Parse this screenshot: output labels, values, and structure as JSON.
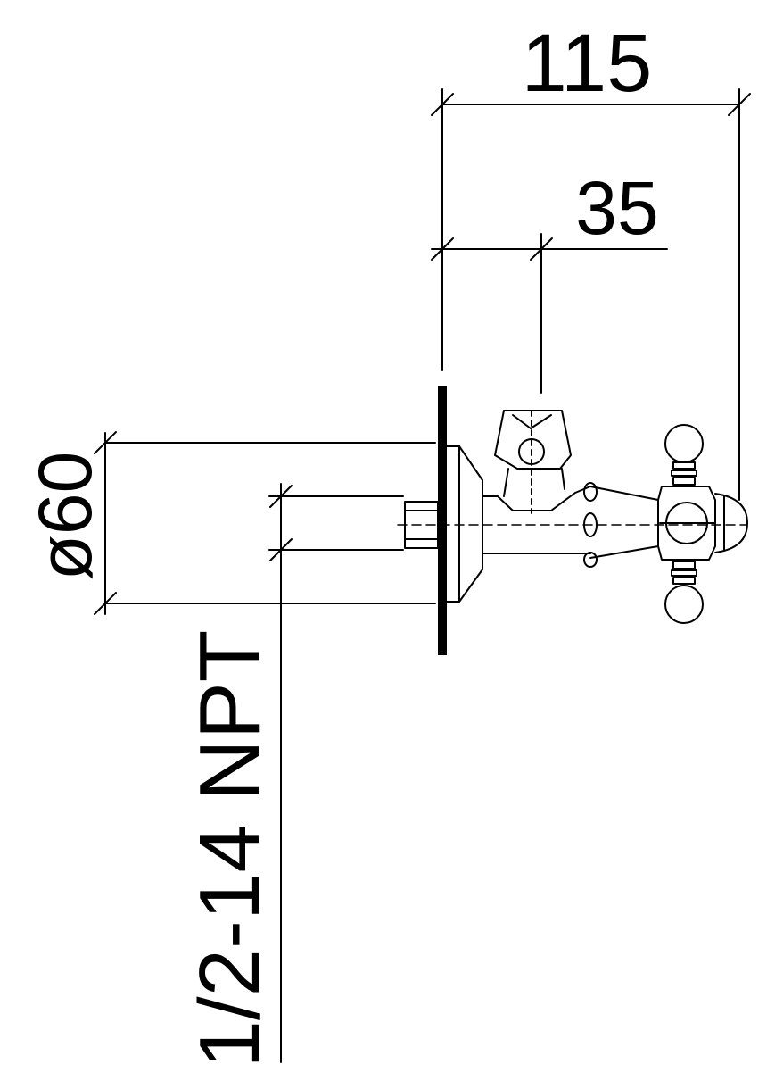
{
  "drawing": {
    "dimensions": {
      "overall_depth": "115",
      "outlet_offset": "35",
      "flange_diameter": "ø60",
      "thread_size": "1/2-14 NPT"
    }
  }
}
